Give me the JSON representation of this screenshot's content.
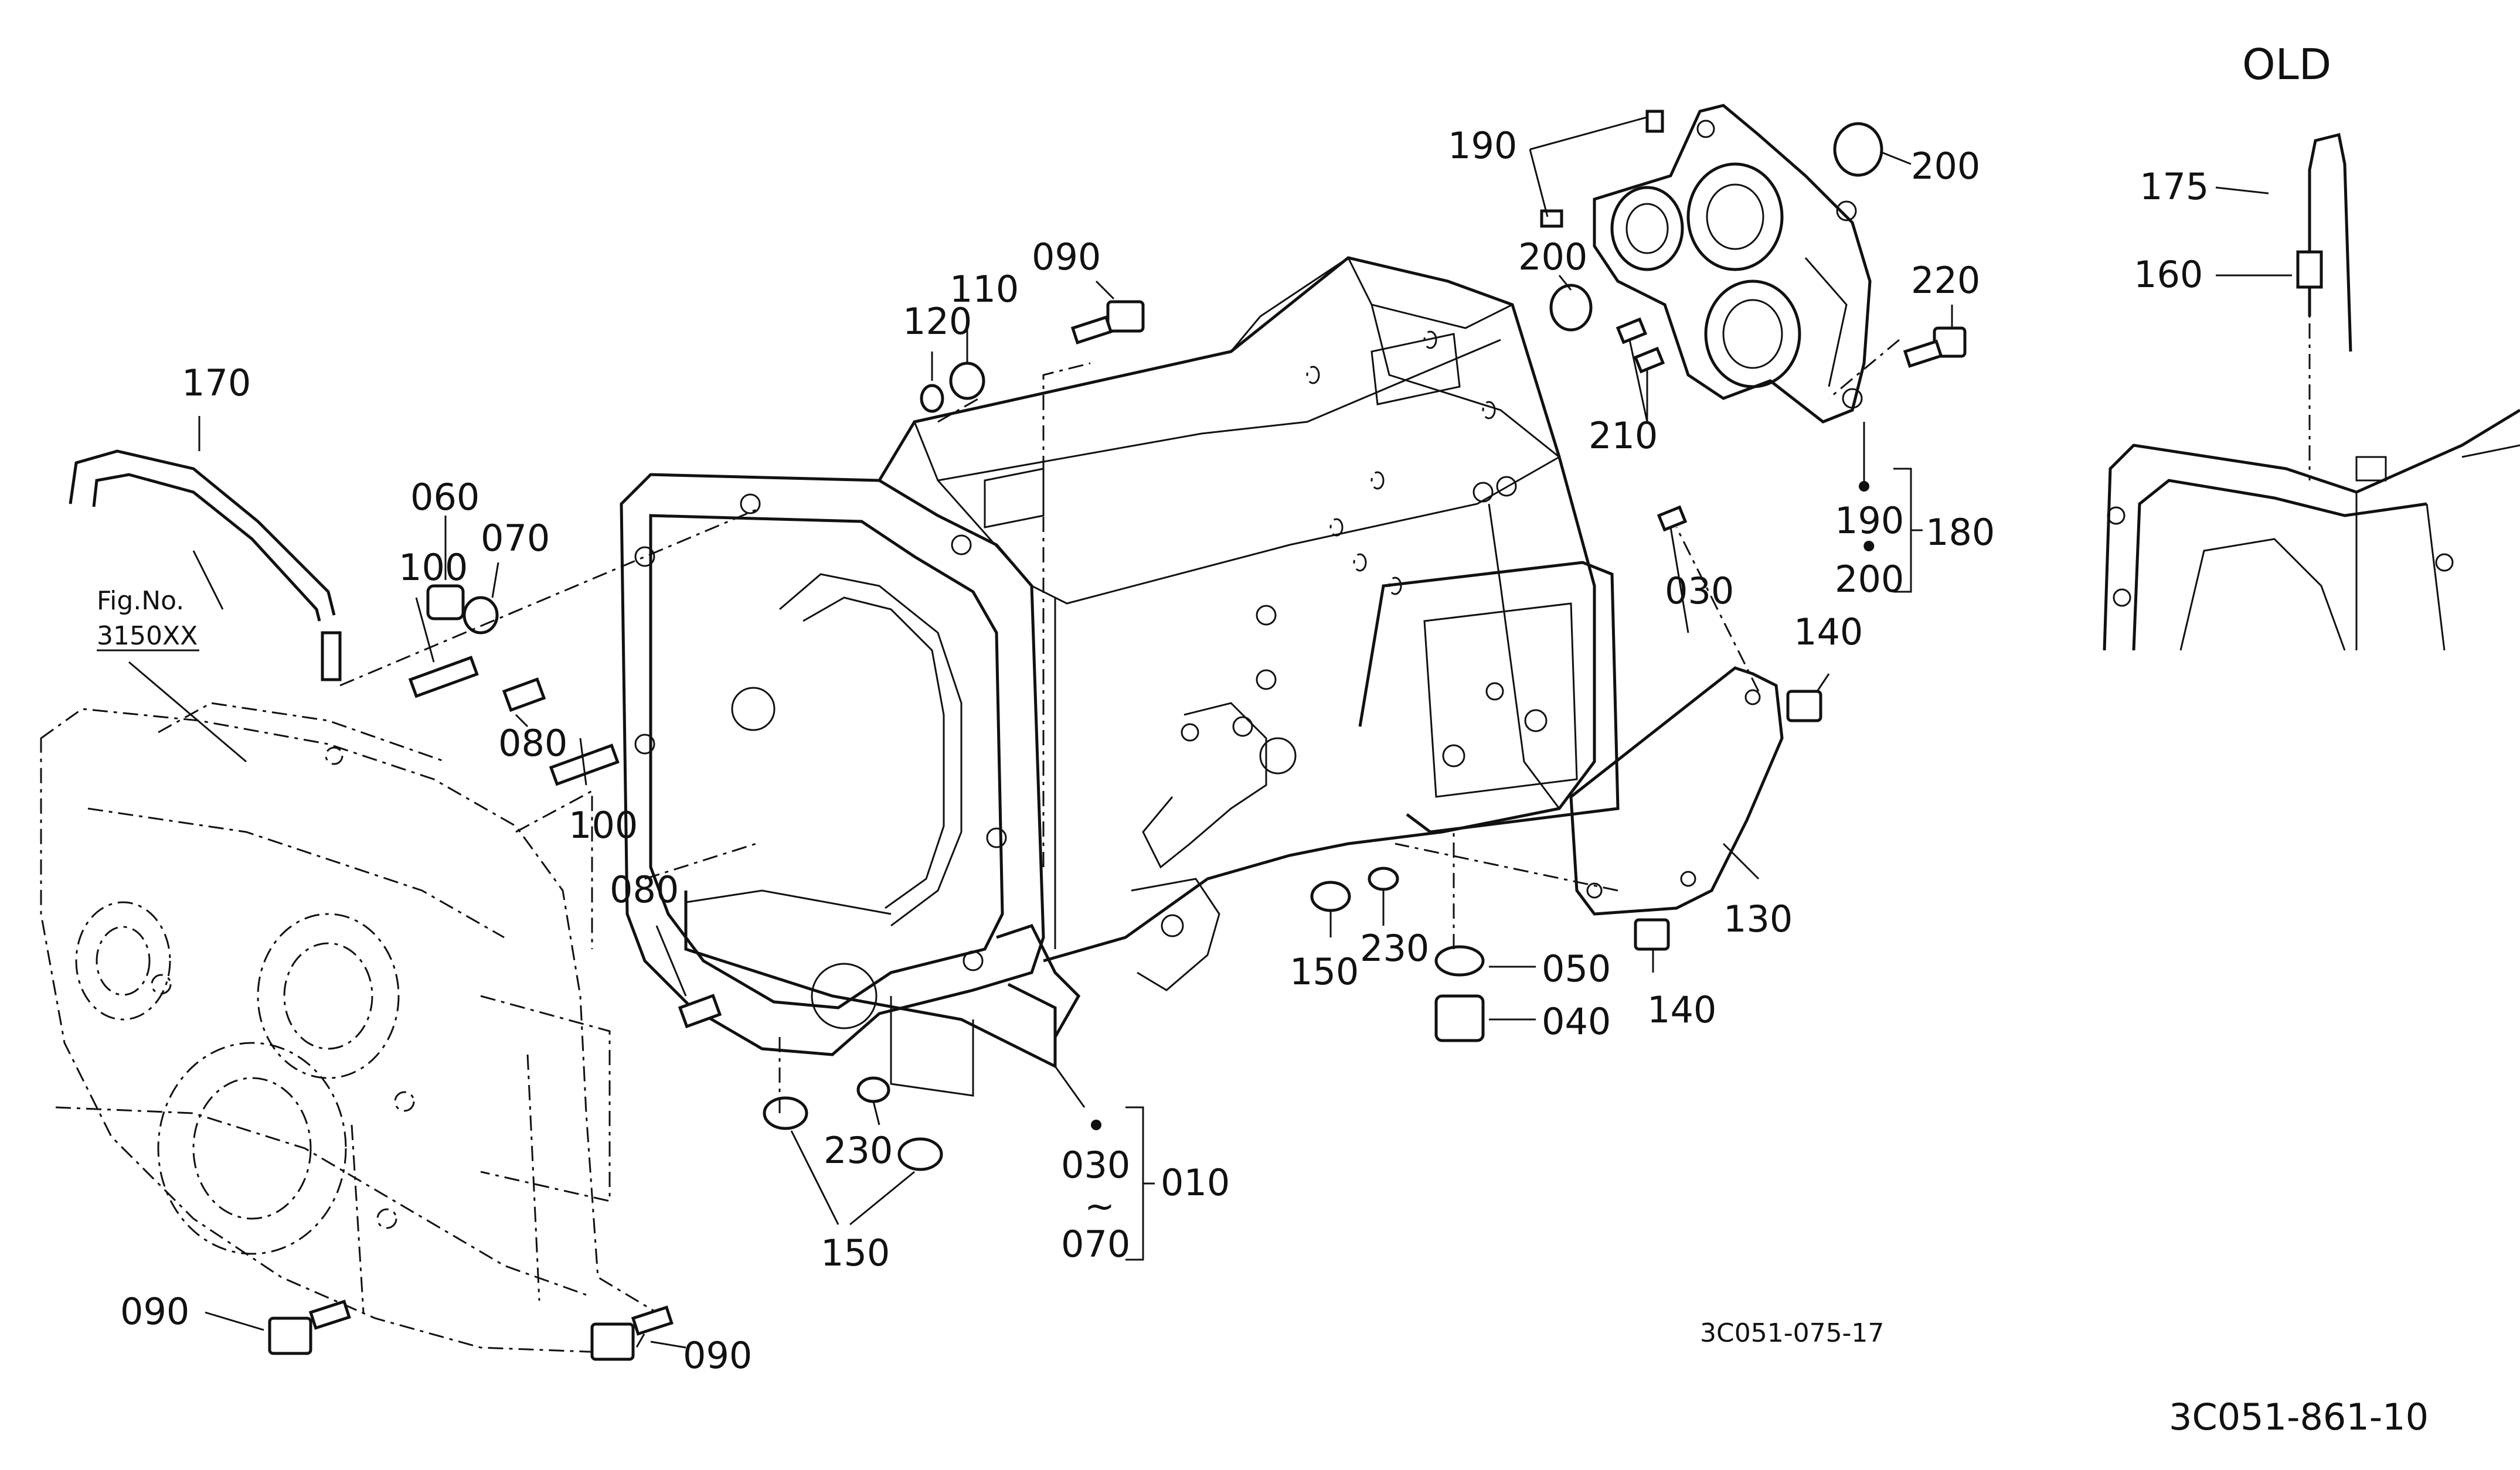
{
  "diagram": {
    "drawing_code": "3C051-861-10",
    "sub_code": "3C051-075-17",
    "inset_title": "OLD",
    "fig_ref": {
      "line1": "Fig.No.",
      "line2": "3150XX"
    },
    "labels": {
      "p010": "010",
      "p030a": "030",
      "p030b": "030",
      "tilde": "~",
      "p070a": "070",
      "p070b": "070",
      "p040": "040",
      "p050": "050",
      "p060": "060",
      "p080a": "080",
      "p080b": "080",
      "p090a": "090",
      "p090b": "090",
      "p090c": "090",
      "p100a": "100",
      "p100b": "100",
      "p110": "110",
      "p120": "120",
      "p130": "130",
      "p140a": "140",
      "p140b": "140",
      "p150a": "150",
      "p150b": "150",
      "p160": "160",
      "p170": "170",
      "p175": "175",
      "p180": "180",
      "p190a": "190",
      "p190b": "190",
      "p200a": "200",
      "p200b": "200",
      "p200c": "200",
      "p210": "210",
      "p220": "220",
      "p230a": "230",
      "p230b": "230",
      "bullet": "•"
    }
  }
}
